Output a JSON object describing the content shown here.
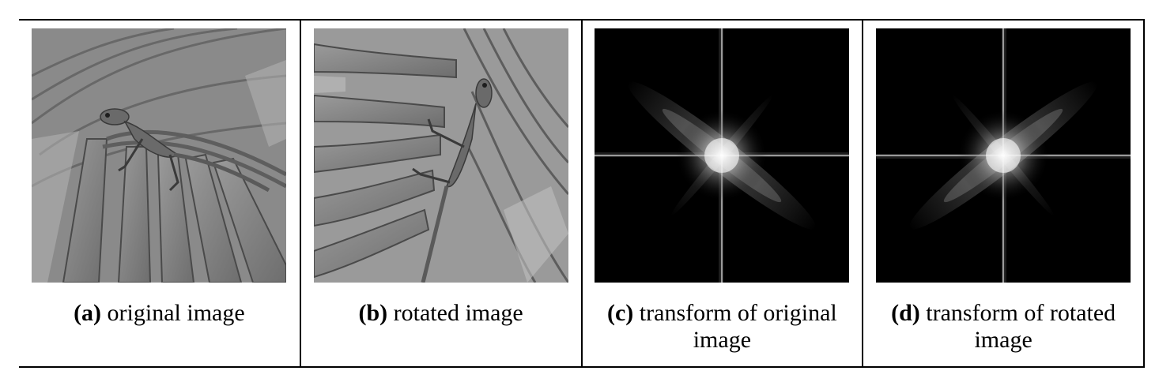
{
  "panels": [
    {
      "tag": "(a)",
      "caption": "original image",
      "image": "lizard-on-palm-leaf-grayscale"
    },
    {
      "tag": "(b)",
      "caption": "rotated image",
      "image": "lizard-on-palm-leaf-rotated-grayscale"
    },
    {
      "tag": "(c)",
      "caption": "transform of original image",
      "image": "fourier-spectrum-original"
    },
    {
      "tag": "(d)",
      "caption": "transform of rotated image",
      "image": "fourier-spectrum-rotated"
    }
  ]
}
